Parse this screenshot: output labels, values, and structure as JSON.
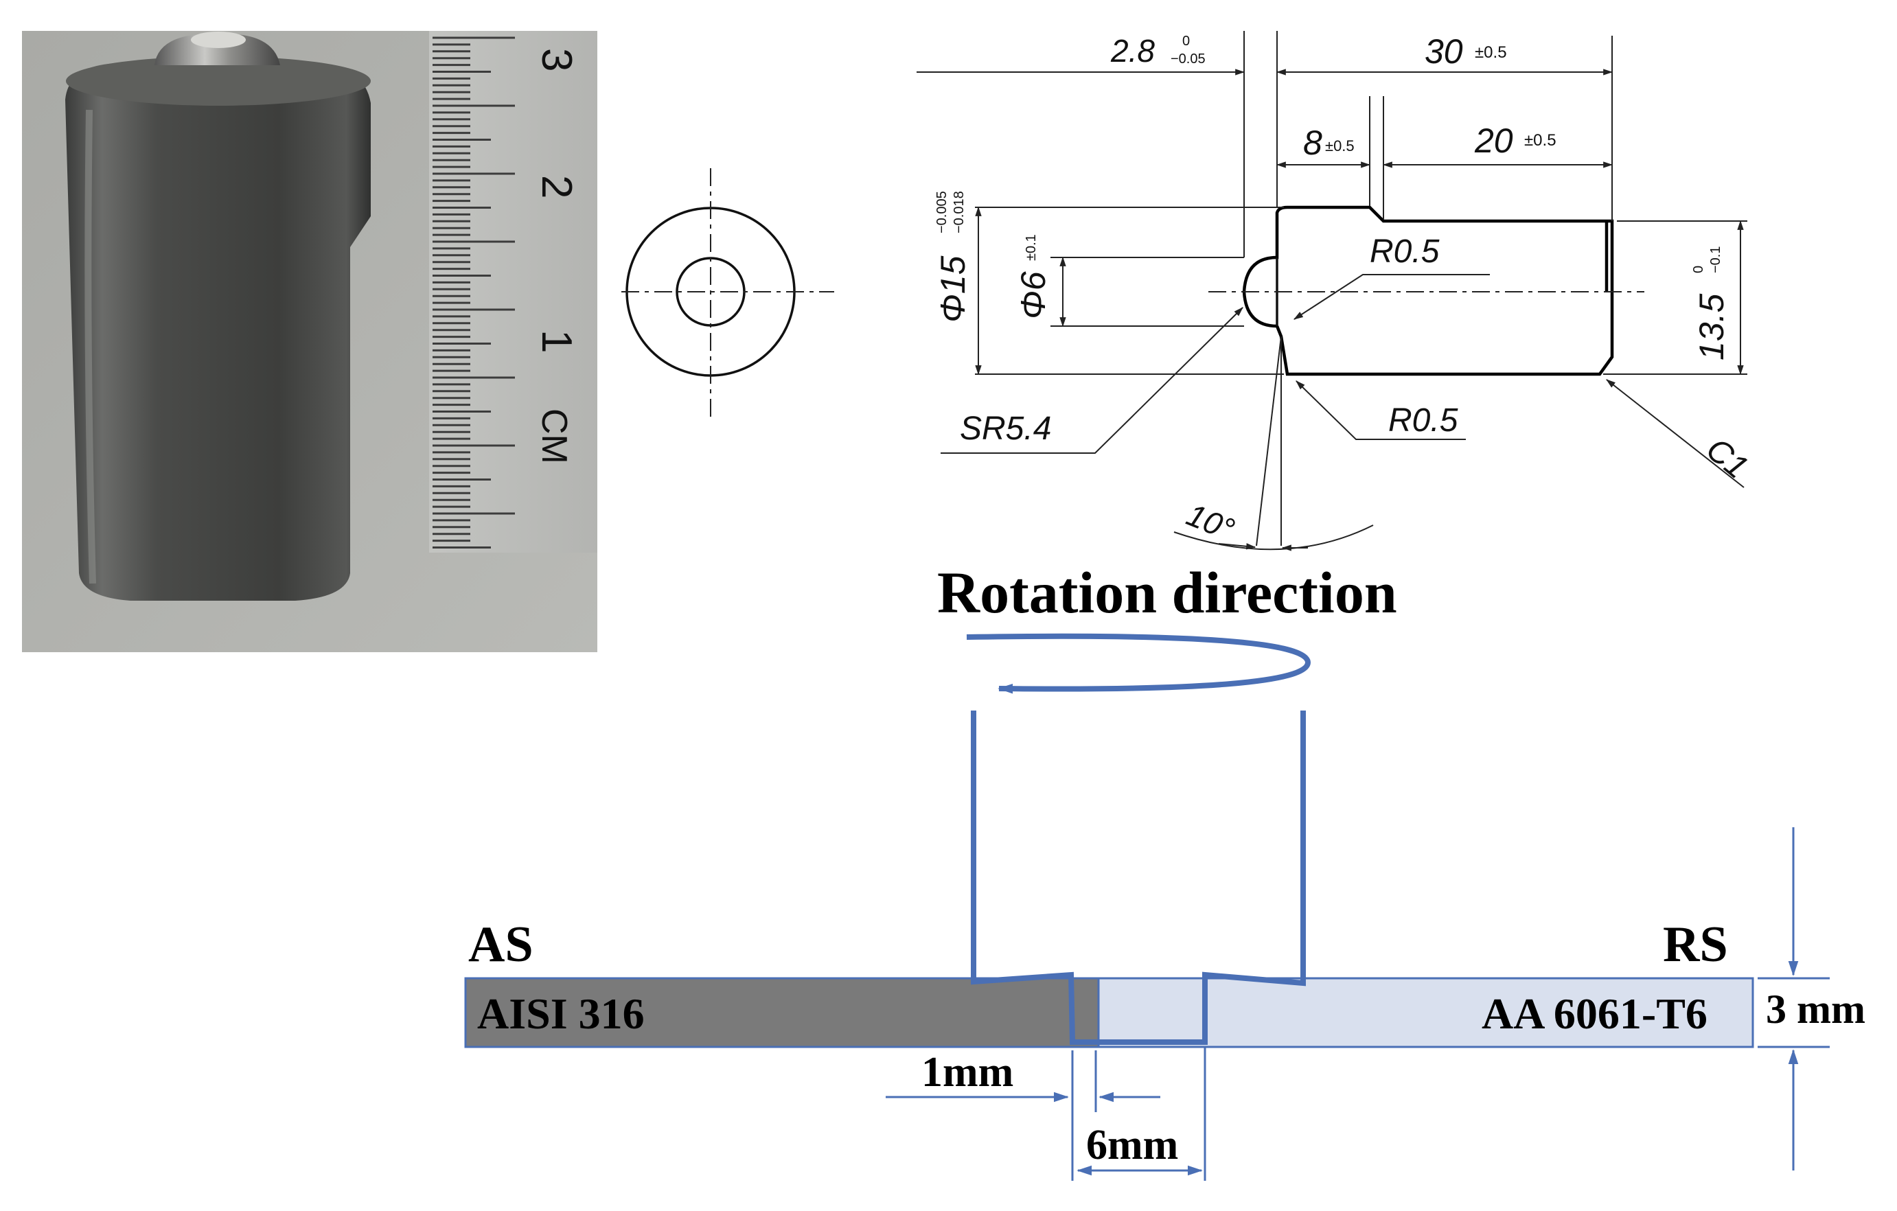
{
  "photo": {
    "ruler_numbers": [
      "3",
      "2",
      "1"
    ],
    "ruler_unit": "CM"
  },
  "drawing": {
    "dim_collar": "2.8",
    "dim_collar_tol_upper": "0",
    "dim_collar_tol_lower": "−0.05",
    "dim_total": "30",
    "dim_total_tol": "±0.5",
    "dim_neck": "8",
    "dim_neck_tol": "±0.5",
    "dim_body": "20",
    "dim_body_tol": "±0.5",
    "dia_shoulder": "Φ15",
    "dia_shoulder_tol_upper": "−0.005",
    "dia_shoulder_tol_lower": "−0.018",
    "dia_pin": "Φ6",
    "dia_pin_tol": "±0.1",
    "dia_body": "13.5",
    "dia_body_tol_upper": "0",
    "dia_body_tol_lower": "−0.1",
    "radius_top": "R0.5",
    "radius_bottom": "R0.5",
    "sphere_radius": "SR5.4",
    "chamfer": "C1",
    "angle": "10°"
  },
  "schematic": {
    "rotation_label": "Rotation direction",
    "advancing_side": "AS",
    "retreating_side": "RS",
    "material_left": "AISI 316",
    "material_right": "AA 6061-T6",
    "thickness": "3 mm",
    "offset": "1mm",
    "pin_width": "6mm"
  },
  "colors": {
    "steel_plate": "#7a7a7a",
    "aluminum_plate": "#d9e0ee",
    "tool_outline": "#4a6fb5",
    "plate_border": "#4a6fb5"
  }
}
